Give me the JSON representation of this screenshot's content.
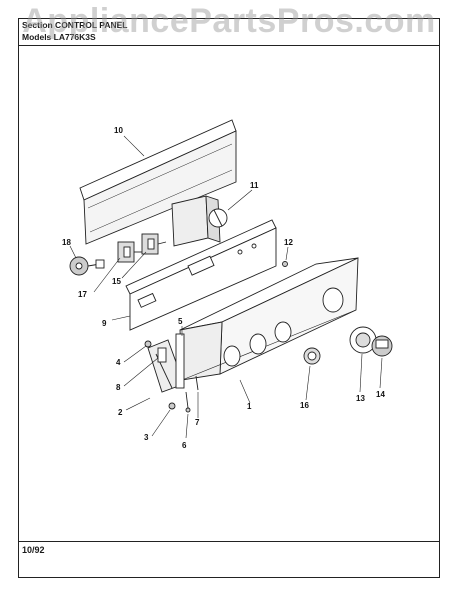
{
  "watermark": "AppliancePartsPros.com",
  "header": {
    "section_line": "Section  CONTROL PANEL",
    "model_line": "Models  LA776K3S"
  },
  "footer": {
    "date": "10/92"
  },
  "callouts": {
    "c1": "1",
    "c2": "2",
    "c3": "3",
    "c4": "4",
    "c5": "5",
    "c6": "6",
    "c7": "7",
    "c8": "8",
    "c9": "9",
    "c10": "10",
    "c11": "11",
    "c12": "12",
    "c13": "13",
    "c14": "14",
    "c15": "15",
    "c16": "16",
    "c17": "17",
    "c18": "18"
  }
}
